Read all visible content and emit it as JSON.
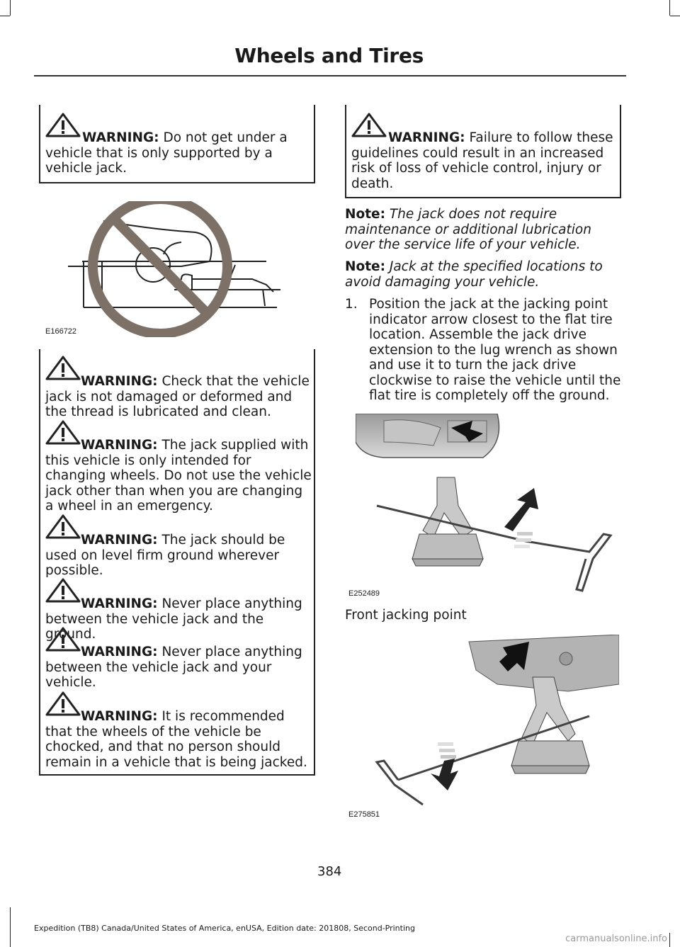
{
  "header": {
    "title": "Wheels and Tires"
  },
  "left_column": {
    "warning1": {
      "label": "WARNING:",
      "text": " Do not get under a vehicle that is only supported by a vehicle jack."
    },
    "figure1": {
      "code": "E166722"
    },
    "warnings": [
      {
        "label": "WARNING:",
        "text": " Check that the vehicle jack is not damaged or deformed and the thread is lubricated and clean."
      },
      {
        "label": "WARNING:",
        "text": " The jack supplied with this vehicle is only intended for changing wheels. Do not use the vehicle jack other than when you are changing a wheel in an emergency."
      },
      {
        "label": "WARNING:",
        "text": " The jack should be used on level firm ground wherever possible."
      },
      {
        "label": "WARNING:",
        "text": " Never place anything between the vehicle jack and the ground."
      },
      {
        "label": "WARNING:",
        "text": " Never place anything between the vehicle jack and your vehicle."
      },
      {
        "label": "WARNING:",
        "text": " It is recommended that the wheels of the vehicle be chocked, and that no person should remain in a vehicle that is being jacked."
      }
    ]
  },
  "right_column": {
    "warning": {
      "label": "WARNING:",
      "text": " Failure to follow these guidelines could result in an increased risk of loss of vehicle control, injury or death."
    },
    "notes": [
      {
        "label": "Note:",
        "text": " The jack does not require maintenance or additional lubrication over the service life of your vehicle."
      },
      {
        "label": "Note:",
        "text": " Jack at the specified locations to avoid damaging your vehicle."
      }
    ],
    "step1": {
      "number": "1.",
      "text": "Position the jack at the jacking point indicator arrow closest to the flat tire location. Assemble the jack drive extension to the lug wrench as shown and use it to turn the jack drive clockwise to raise the vehicle until the flat tire is completely off the ground."
    },
    "figure2": {
      "code": "E252489",
      "caption": "Front jacking point"
    },
    "figure3": {
      "code": "E275851"
    }
  },
  "footer": {
    "page_number": "384",
    "edition": "Expedition (TB8) Canada/United States of America, enUSA, Edition date: 201808, Second-Printing",
    "watermark": "carmanualsonline.info"
  }
}
